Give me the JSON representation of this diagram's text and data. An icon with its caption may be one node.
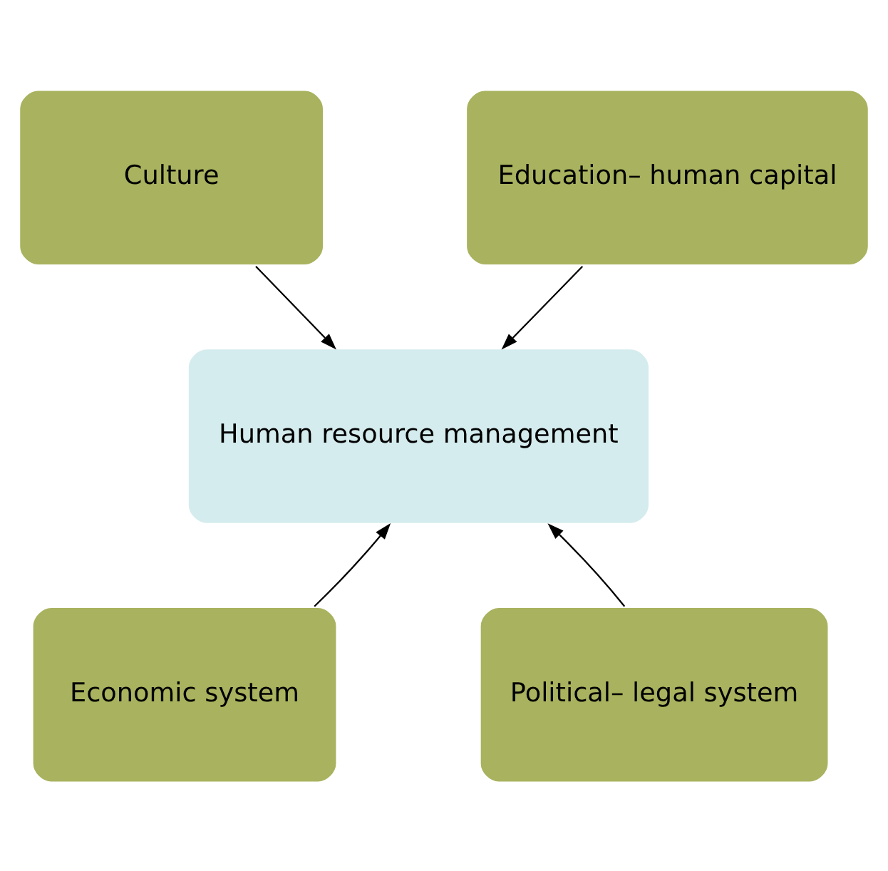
{
  "diagram": {
    "nodes": [
      {
        "text": [
          "Culture"
        ]
      },
      {
        "text": [
          "Education– human capital"
        ]
      },
      {
        "text": [
          "Human resource management"
        ]
      },
      {
        "text": [
          "Economic system"
        ]
      },
      {
        "text": [
          "Political– legal system"
        ]
      }
    ],
    "edges": [
      {
        "from": 0,
        "to": 2,
        "arrow": "to"
      },
      {
        "from": 1,
        "to": 2,
        "arrow": "to"
      },
      {
        "from": 3,
        "to": 2,
        "arrow": "to"
      },
      {
        "from": 4,
        "to": 2,
        "arrow": "to"
      }
    ]
  }
}
